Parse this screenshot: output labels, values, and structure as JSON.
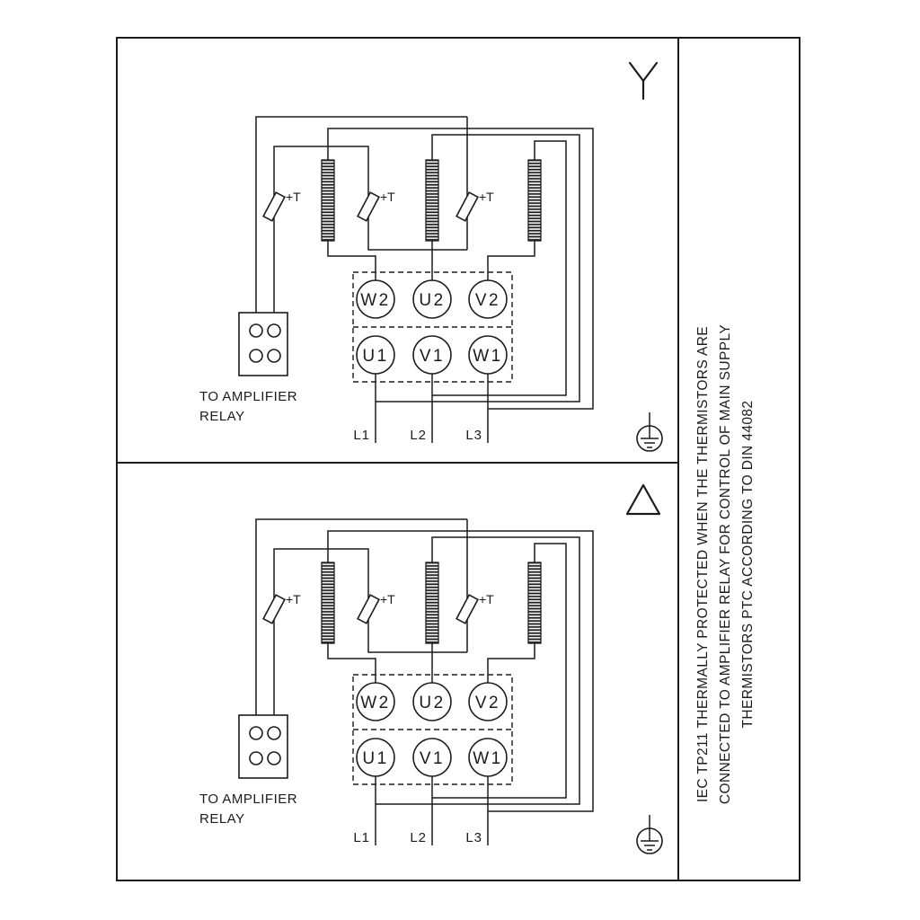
{
  "colors": {
    "ink": "#1c1c1c",
    "bg": "#ffffff"
  },
  "note": {
    "line1": "IEC TP211 THERMALLY PROTECTED WHEN THE THERMISTORS ARE",
    "line2": "CONNECTED TO AMPLIFIER RELAY FOR CONTROL OF MAIN SUPPLY",
    "line3": "THERMISTORS PTC ACCORDING TO DIN 44082"
  },
  "star_panel": {
    "connection": "star",
    "thermistor_label": "+T",
    "terminals_top": [
      "W2",
      "U2",
      "V2"
    ],
    "terminals_bottom": [
      "U1",
      "V1",
      "W1"
    ],
    "relay_label_line1": "TO AMPLIFIER",
    "relay_label_line2": "RELAY",
    "supply_labels": [
      "L1",
      "L2",
      "L3"
    ]
  },
  "delta_panel": {
    "connection": "delta",
    "thermistor_label": "+T",
    "terminals_top": [
      "W2",
      "U2",
      "V2"
    ],
    "terminals_bottom": [
      "U1",
      "V1",
      "W1"
    ],
    "relay_label_line1": "TO AMPLIFIER",
    "relay_label_line2": "RELAY",
    "supply_labels": [
      "L1",
      "L2",
      "L3"
    ]
  }
}
